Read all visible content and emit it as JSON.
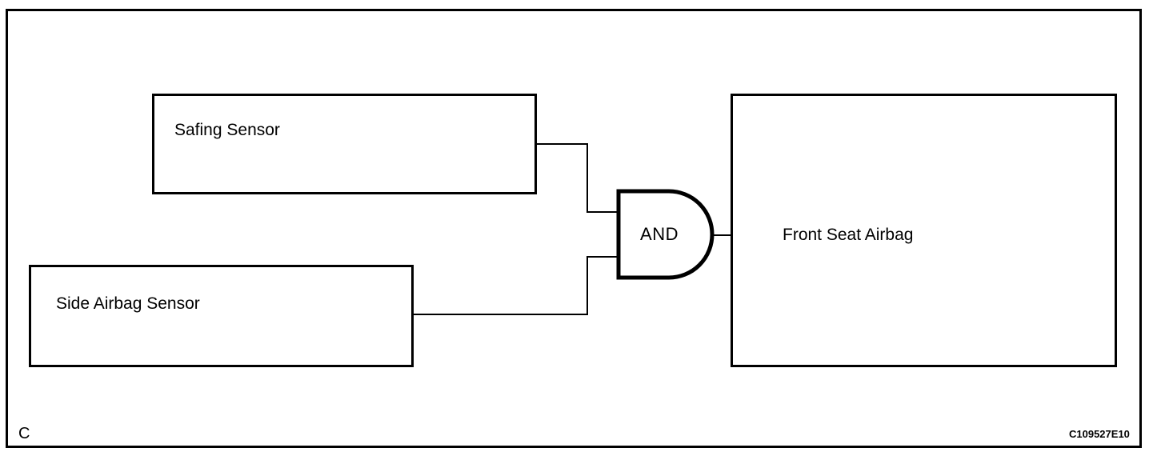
{
  "figure": {
    "type": "logic-block-diagram",
    "frame_border_color": "#000000",
    "background_color": "#ffffff",
    "line_color": "#000000",
    "corner_mark": "C",
    "figure_code": "C109527E10"
  },
  "blocks": [
    {
      "id": "safing-sensor",
      "label": "Safing Sensor",
      "role": "input-sensor"
    },
    {
      "id": "side-airbag-sensor",
      "label": "Side Airbag Sensor",
      "role": "input-sensor"
    },
    {
      "id": "front-seat-airbag",
      "label": "Front Seat Airbag",
      "role": "output-actuator"
    }
  ],
  "gate": {
    "id": "and-gate",
    "label": "AND",
    "type": "AND",
    "inputs": [
      "safing-sensor",
      "side-airbag-sensor"
    ],
    "output": "front-seat-airbag"
  },
  "connections": [
    {
      "from": "safing-sensor",
      "to": "and-gate",
      "input_index": 1
    },
    {
      "from": "side-airbag-sensor",
      "to": "and-gate",
      "input_index": 2
    },
    {
      "from": "and-gate",
      "to": "front-seat-airbag",
      "input_index": 0
    }
  ]
}
